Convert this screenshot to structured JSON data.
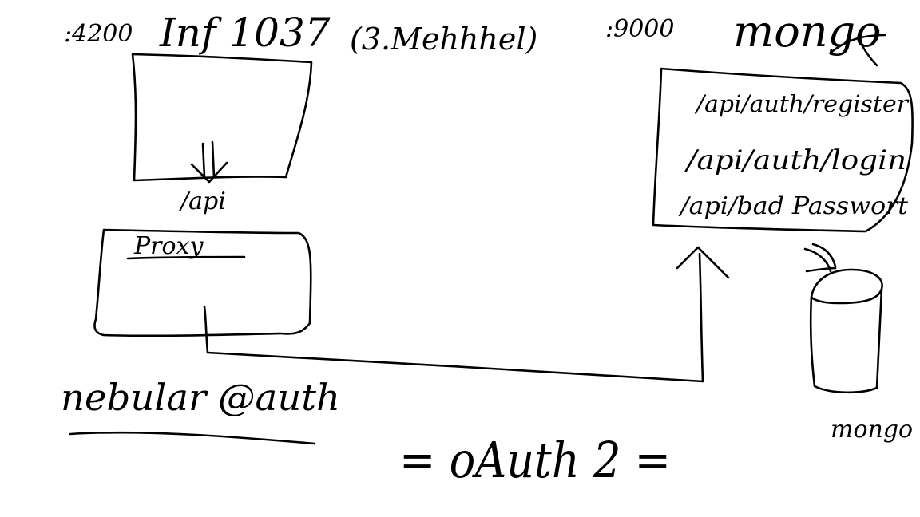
{
  "diagram": {
    "frontend": {
      "port": ":4200",
      "title": "Inf 1037",
      "subtitle": "(3.Mehhhel)"
    },
    "frontend_to_proxy_label": "/api",
    "proxy": {
      "label": "Proxy"
    },
    "backend": {
      "port": ":9000",
      "db_name": "mongo",
      "routes": [
        "/api/auth/register",
        "/api/auth/login",
        "/api/bad Passwort"
      ]
    },
    "database": {
      "label": "mongo"
    },
    "bottom_left_note": "nebular @auth",
    "center_note": "= oAuth 2 ="
  }
}
